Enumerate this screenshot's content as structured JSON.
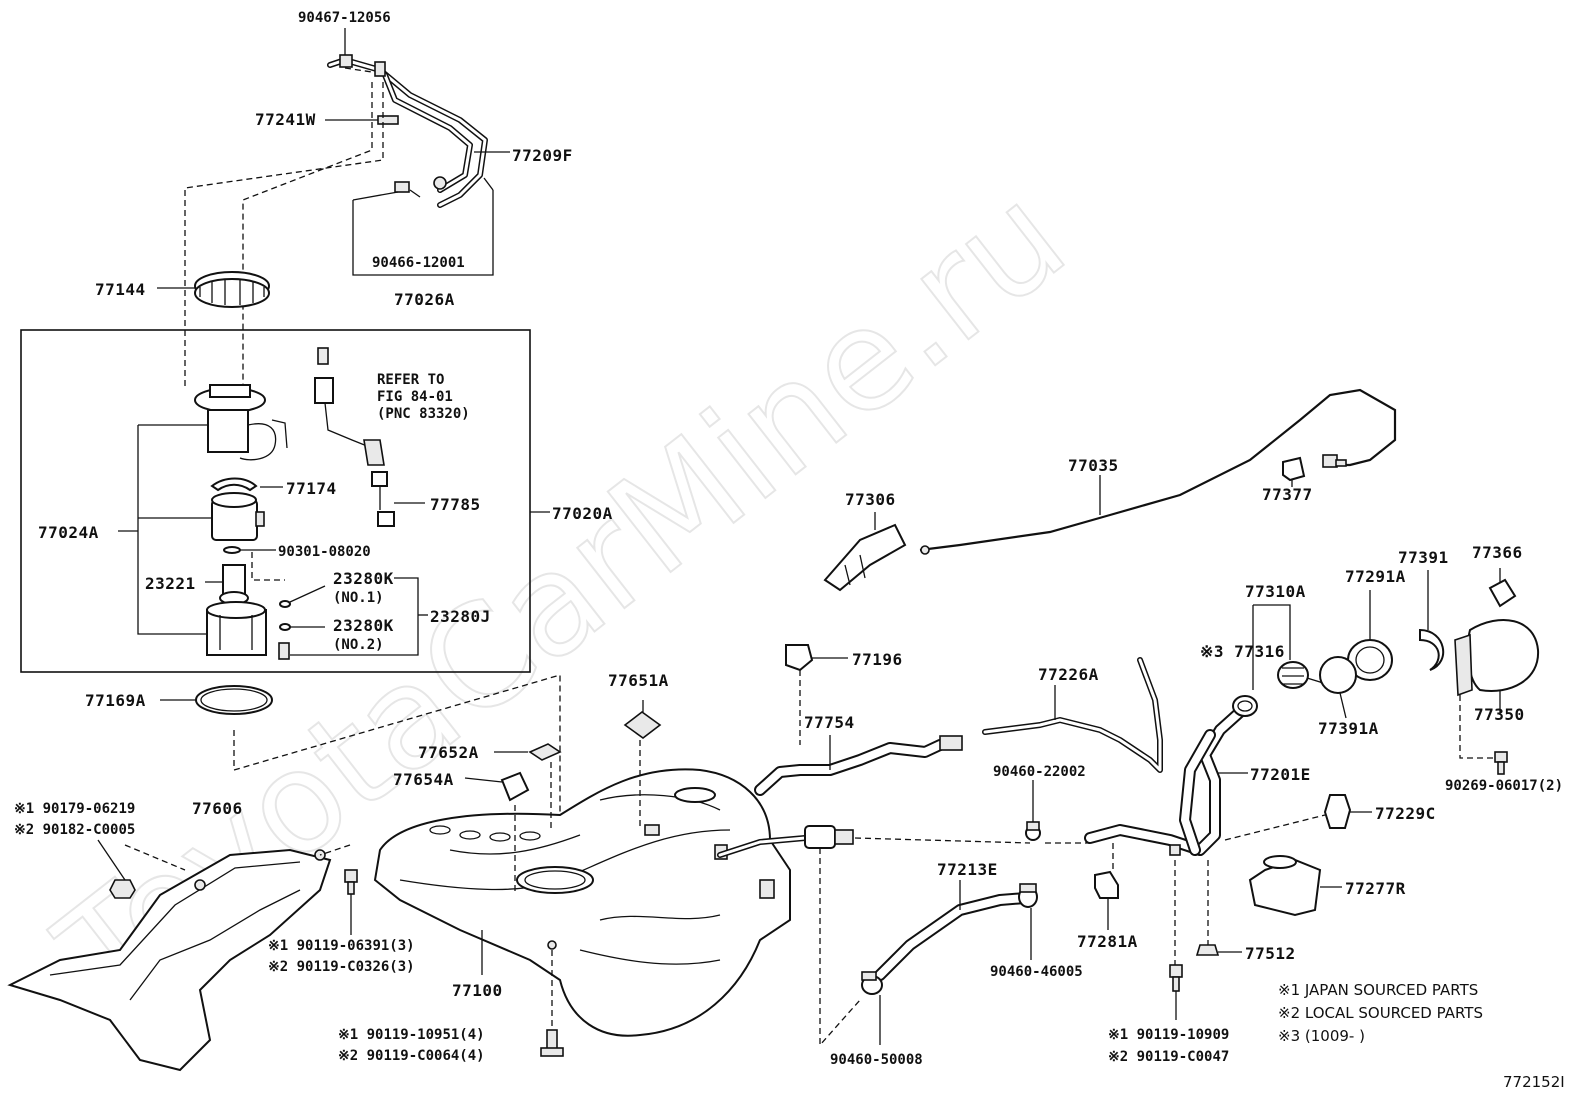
{
  "parts": {
    "p90467_12056": "90467-12056",
    "p77241W": "77241W",
    "p77209F": "77209F",
    "p90466_12001": "90466-12001",
    "p77026A": "77026A",
    "p77144": "77144",
    "refer_line1": "REFER TO",
    "refer_line2": "FIG 84-01",
    "refer_line3": "(PNC 83320)",
    "p77174": "77174",
    "p77785": "77785",
    "p77024A": "77024A",
    "p77020A": "77020A",
    "p90301_08020": "90301-08020",
    "p23221": "23221",
    "p23280K_1": "23280K",
    "no1": "(NO.1)",
    "p23280J": "23280J",
    "p23280K_2": "23280K",
    "no2": "(NO.2)",
    "p77169A": "77169A",
    "p77651A": "77651A",
    "p77652A": "77652A",
    "p77654A": "77654A",
    "p77606": "77606",
    "n1_90179_06219": "※1 90179-06219",
    "n2_90182_C0005": "※2 90182-C0005",
    "n1_90119_06391": "※1 90119-06391(3)",
    "n2_90119_C0326": "※2 90119-C0326(3)",
    "p77100": "77100",
    "n1_90119_10951": "※1 90119-10951(4)",
    "n2_90119_C0064": "※2 90119-C0064(4)",
    "p77035": "77035",
    "p77306": "77306",
    "p77377": "77377",
    "p77196": "77196",
    "p77754": "77754",
    "p77226A": "77226A",
    "p77310A": "77310A",
    "n3_77316": "※3 77316",
    "p77291A": "77291A",
    "p77391": "77391",
    "p77366": "77366",
    "p77391A": "77391A",
    "p77350": "77350",
    "p90269_06017": "90269-06017(2)",
    "p90460_22002": "90460-22002",
    "p77201E": "77201E",
    "p77229C": "77229C",
    "p77213E": "77213E",
    "p77277R": "77277R",
    "p90460_46005": "90460-46005",
    "p77281A": "77281A",
    "p77512": "77512",
    "p90460_50008": "90460-50008",
    "n1_90119_10909": "※1 90119-10909",
    "n2_90119_C0047": "※2 90119-C0047"
  },
  "legend": {
    "l1": "※1 JAPAN SOURCED PARTS",
    "l2": "※2 LOCAL SOURCED PARTS",
    "l3": "※3 (1009-      )"
  },
  "watermark": "ToyotaCarMine.ru",
  "figure_id": "772152I"
}
